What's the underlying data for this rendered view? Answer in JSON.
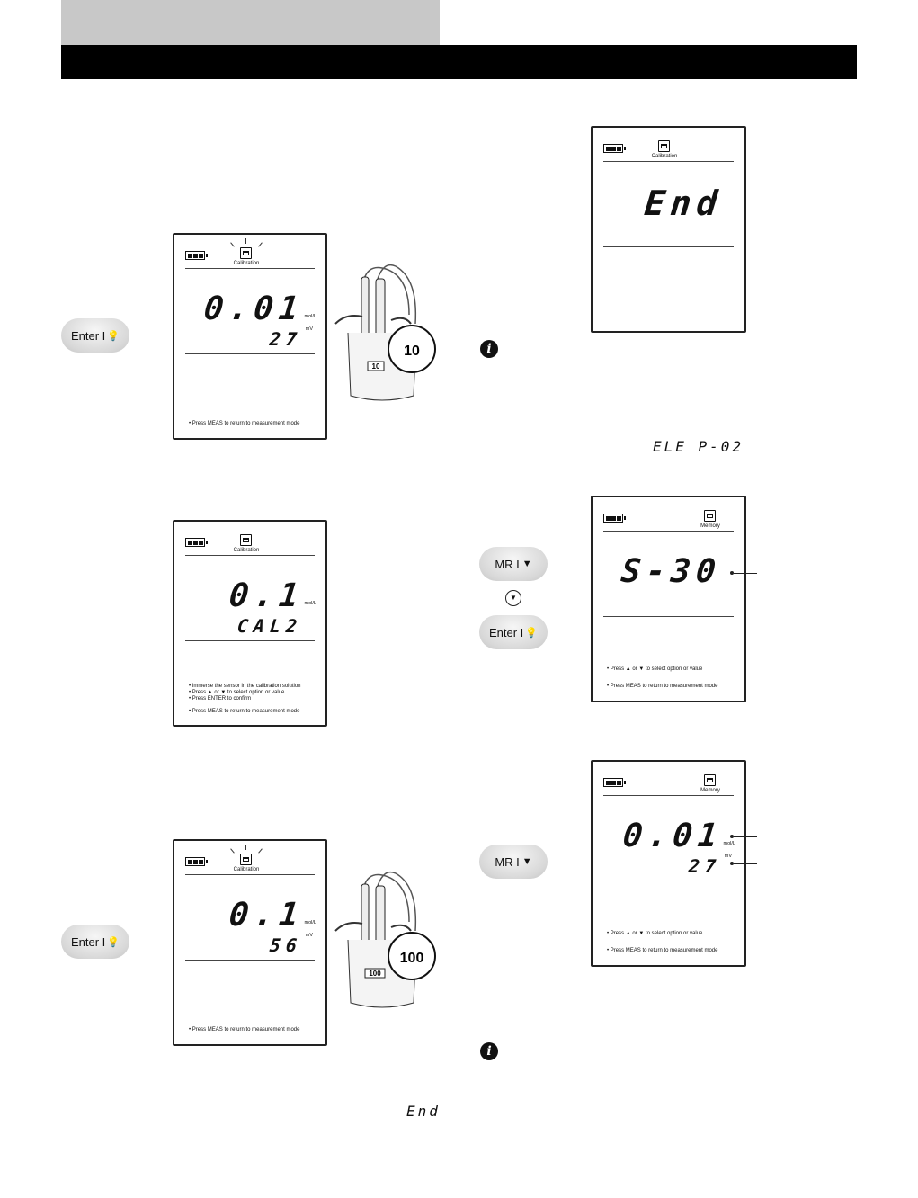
{
  "header": {
    "tab_color": "#c8c8c8",
    "bar_color": "#000000"
  },
  "buttons": {
    "enter": "Enter I",
    "mr": "MR I",
    "bulb_glyph": "💡",
    "down_glyph": "▼",
    "circle_down_glyph": "▼"
  },
  "screen1": {
    "mode": "Calibration",
    "value": "0.01",
    "value_unit": "mol/L",
    "mv": "27",
    "mv_unit": "mV",
    "note": "• Press MEAS to return to measurement mode"
  },
  "beaker1": {
    "callout": "10",
    "label": "10"
  },
  "screen2": {
    "mode": "Calibration",
    "value": "0.1",
    "value_unit": "mol/L",
    "sub": "CAL2",
    "notes": [
      "• Immerse the sensor in the calibration solution",
      "• Press ▲ or ▼ to select option or value",
      "• Press ENTER to confirm"
    ],
    "note_meas": "• Press MEAS to return to measurement mode"
  },
  "screen3": {
    "mode": "Calibration",
    "value": "0.1",
    "value_unit": "mol/L",
    "mv": "56",
    "mv_unit": "mV",
    "note": "• Press MEAS to return to measurement mode"
  },
  "beaker2": {
    "callout": "100",
    "label": "100"
  },
  "end_inline": "End",
  "screen4": {
    "mode": "Calibration",
    "value": "End"
  },
  "error_code": "ELE P-02",
  "screen5": {
    "mode": "Memory",
    "value": "S-30",
    "note_select": "• Press ▲ or ▼ to select option or value",
    "note_meas": "• Press MEAS to return to measurement mode"
  },
  "screen6": {
    "mode": "Memory",
    "value": "0.01",
    "value_unit": "mol/L",
    "mv": "27",
    "mv_unit": "mV",
    "note_select": "• Press ▲ or ▼ to select option or value",
    "note_meas": "• Press MEAS to return to measurement mode"
  },
  "info_glyph": "i"
}
